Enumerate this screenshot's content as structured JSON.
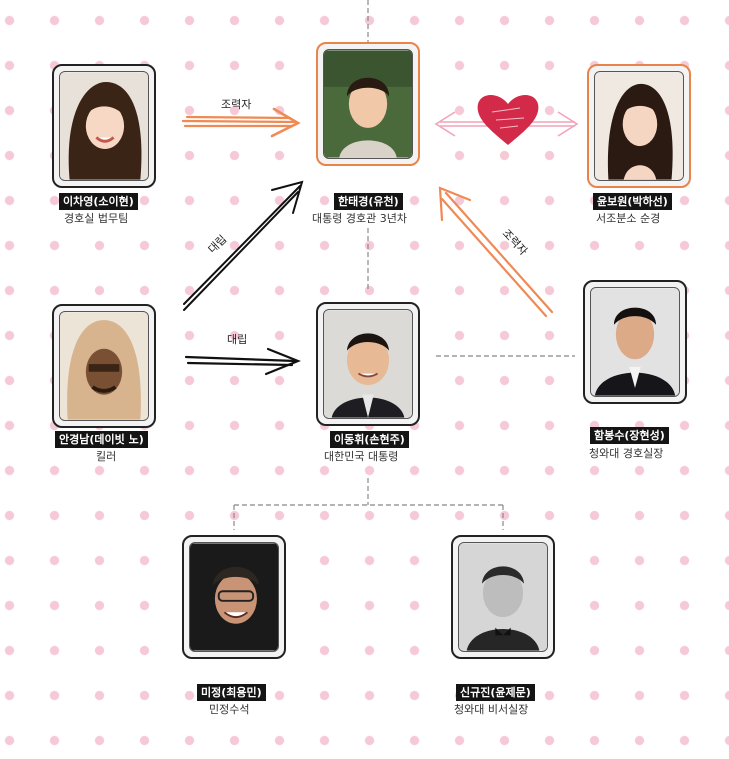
{
  "characters": [
    {
      "id": "han",
      "name": "한태경(유천)",
      "role": "대통령 경호관 3년차"
    },
    {
      "id": "lee_cy",
      "name": "이차영(소이현)",
      "role": "경호실 법무팀"
    },
    {
      "id": "yoon",
      "name": "윤보원(박하선)",
      "role": "서조분소 순경"
    },
    {
      "id": "ahn",
      "name": "안경남(데이빗 노)",
      "role": "킬러"
    },
    {
      "id": "lee_dh",
      "name": "이동휘(손현주)",
      "role": "대한민국 대통령"
    },
    {
      "id": "ham",
      "name": "함봉수(장현성)",
      "role": "청와대 경호실장"
    },
    {
      "id": "mi",
      "name": "미정(최용민)",
      "role": "민정수석"
    },
    {
      "id": "shin",
      "name": "신규진(윤제문)",
      "role": "청와대 비서실장"
    }
  ],
  "relations": {
    "lee_cy_to_han": "조력자",
    "ahn_to_han": "대립",
    "ahn_to_lee_dh": "대립",
    "ham_to_han": "조력자"
  },
  "colors": {
    "supporter_arrow": "#ef8a55",
    "love_arrow": "#f2a4b8",
    "heart": "#d42a4a",
    "conflict_arrow": "#111111",
    "dots": "#f6c9d6"
  }
}
